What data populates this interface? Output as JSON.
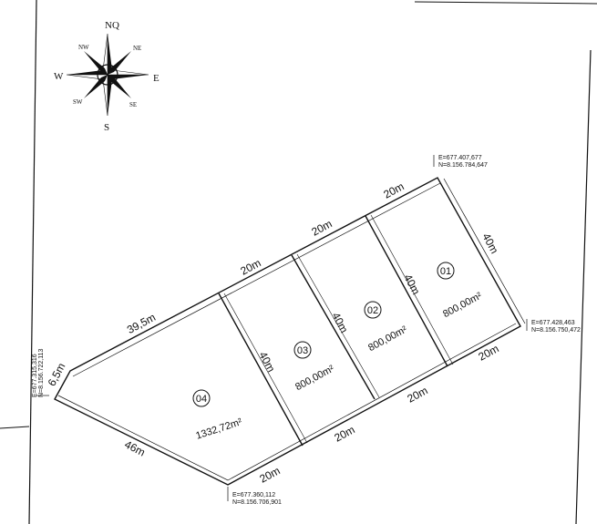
{
  "compass": {
    "n": "NQ",
    "s": "S",
    "e": "E",
    "w": "W",
    "nw": "NW",
    "ne": "NE",
    "sw": "SW",
    "se": "SE"
  },
  "lots": [
    {
      "number": "01",
      "area": "800,00m²",
      "depth": "40m"
    },
    {
      "number": "02",
      "area": "800,00m²",
      "depth": "40m"
    },
    {
      "number": "03",
      "area": "800,00m²",
      "depth": "40m"
    },
    {
      "number": "04",
      "area": "1332,72m²"
    }
  ],
  "dimensions": {
    "top_01": "20m",
    "top_02": "20m",
    "top_03": "20m",
    "top_04": "39,5m",
    "left": "6,5m",
    "bottom_left": "46m",
    "bottom_04": "20m",
    "bottom_03": "20m",
    "bottom_02": "20m",
    "bottom_01": "20m",
    "right": "40m"
  },
  "coordinates": {
    "top_right": {
      "e": "E=677.407,677",
      "n": "N=8.156.784,647"
    },
    "right": {
      "e": "E=677.428,463",
      "n": "N=8.156.750,472"
    },
    "bottom": {
      "e": "E=677.360,112",
      "n": "N=8.156.706,901"
    },
    "left": {
      "e": "E=677.315,316",
      "n": "N=8.156.722,113"
    }
  }
}
